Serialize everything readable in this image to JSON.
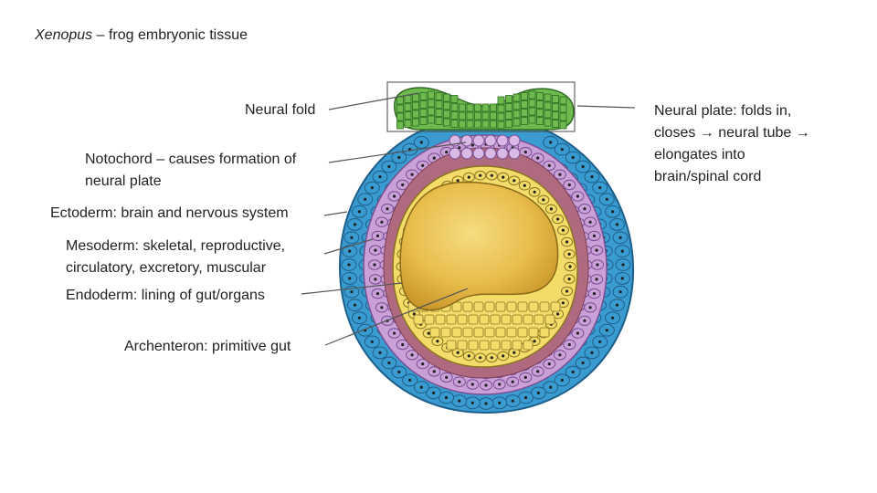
{
  "title": {
    "italic": "Xenopus",
    "rest": " – frog embryonic tissue"
  },
  "labels": {
    "neural_fold": "Neural fold",
    "notochord_1": "Notochord – causes formation of",
    "notochord_2": "neural plate",
    "ectoderm": "Ectoderm: brain and nervous system",
    "mesoderm_1": "Mesoderm: skeletal, reproductive,",
    "mesoderm_2": "circulatory, excretory, muscular",
    "endoderm": "Endoderm: lining of gut/organs",
    "archenteron": "Archenteron: primitive gut",
    "neural_plate_1": "Neural plate: folds in,",
    "neural_plate_2": "closes → neural tube →",
    "neural_plate_3": "elongates into",
    "neural_plate_4": "brain/spinal cord"
  },
  "colors": {
    "ectoderm_blue": "#3a9bd0",
    "ectoderm_outline": "#1d5f8a",
    "mesoderm_purple": "#c9a0d8",
    "mesoderm_outline": "#7a4f92",
    "neural_green": "#6fba4e",
    "neural_outline": "#2f6b22",
    "notochord_pink": "#b06a80",
    "endoderm_yellow": "#f3dc6a",
    "endoderm_outline": "#8a7420",
    "archenteron_gold": "#e0b23f",
    "leader_line": "#555555"
  }
}
